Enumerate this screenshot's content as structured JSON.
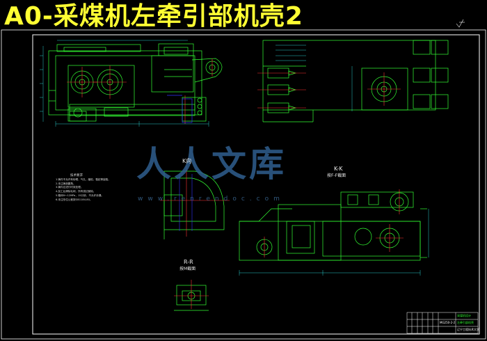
{
  "title": "A0-采煤机左牵引部机壳2",
  "watermark": {
    "logo_text": "人人文库",
    "url": "www.renrendoc.com"
  },
  "views": {
    "k_view": "K向",
    "kk_section": "K-K",
    "kk_subtitle": "按F-F截面",
    "rr_section": "R-R",
    "rr_subtitle": "按M截面"
  },
  "notes": {
    "title": "技术要求",
    "items": [
      "1.铸件不允许有砂眼、气孔、缩松、裂纹等缺陷。",
      "2.未注铸造圆角。",
      "3.铸件应进行时效处理。",
      "4.加工后清除毛刺，所有锐边倒钝。",
      "5.箱体8～12MPa，15分钟，不允许渗漏。",
      "6.未注形位公差按GB1184-80。"
    ]
  },
  "title_block": {
    "drawing_no": "MG250-2-2",
    "part_name": "左牵引部机壳",
    "school": "采煤机设计",
    "unit": "辽宁工程技术大学"
  },
  "colors": {
    "background": "#000000",
    "title": "#ffff33",
    "outline": "#33ff33",
    "center_line": "#ff3333",
    "hidden_line": "#3333ff",
    "dimension": "#33ffff",
    "text": "#ffffff",
    "watermark": "#2f5f8f"
  }
}
